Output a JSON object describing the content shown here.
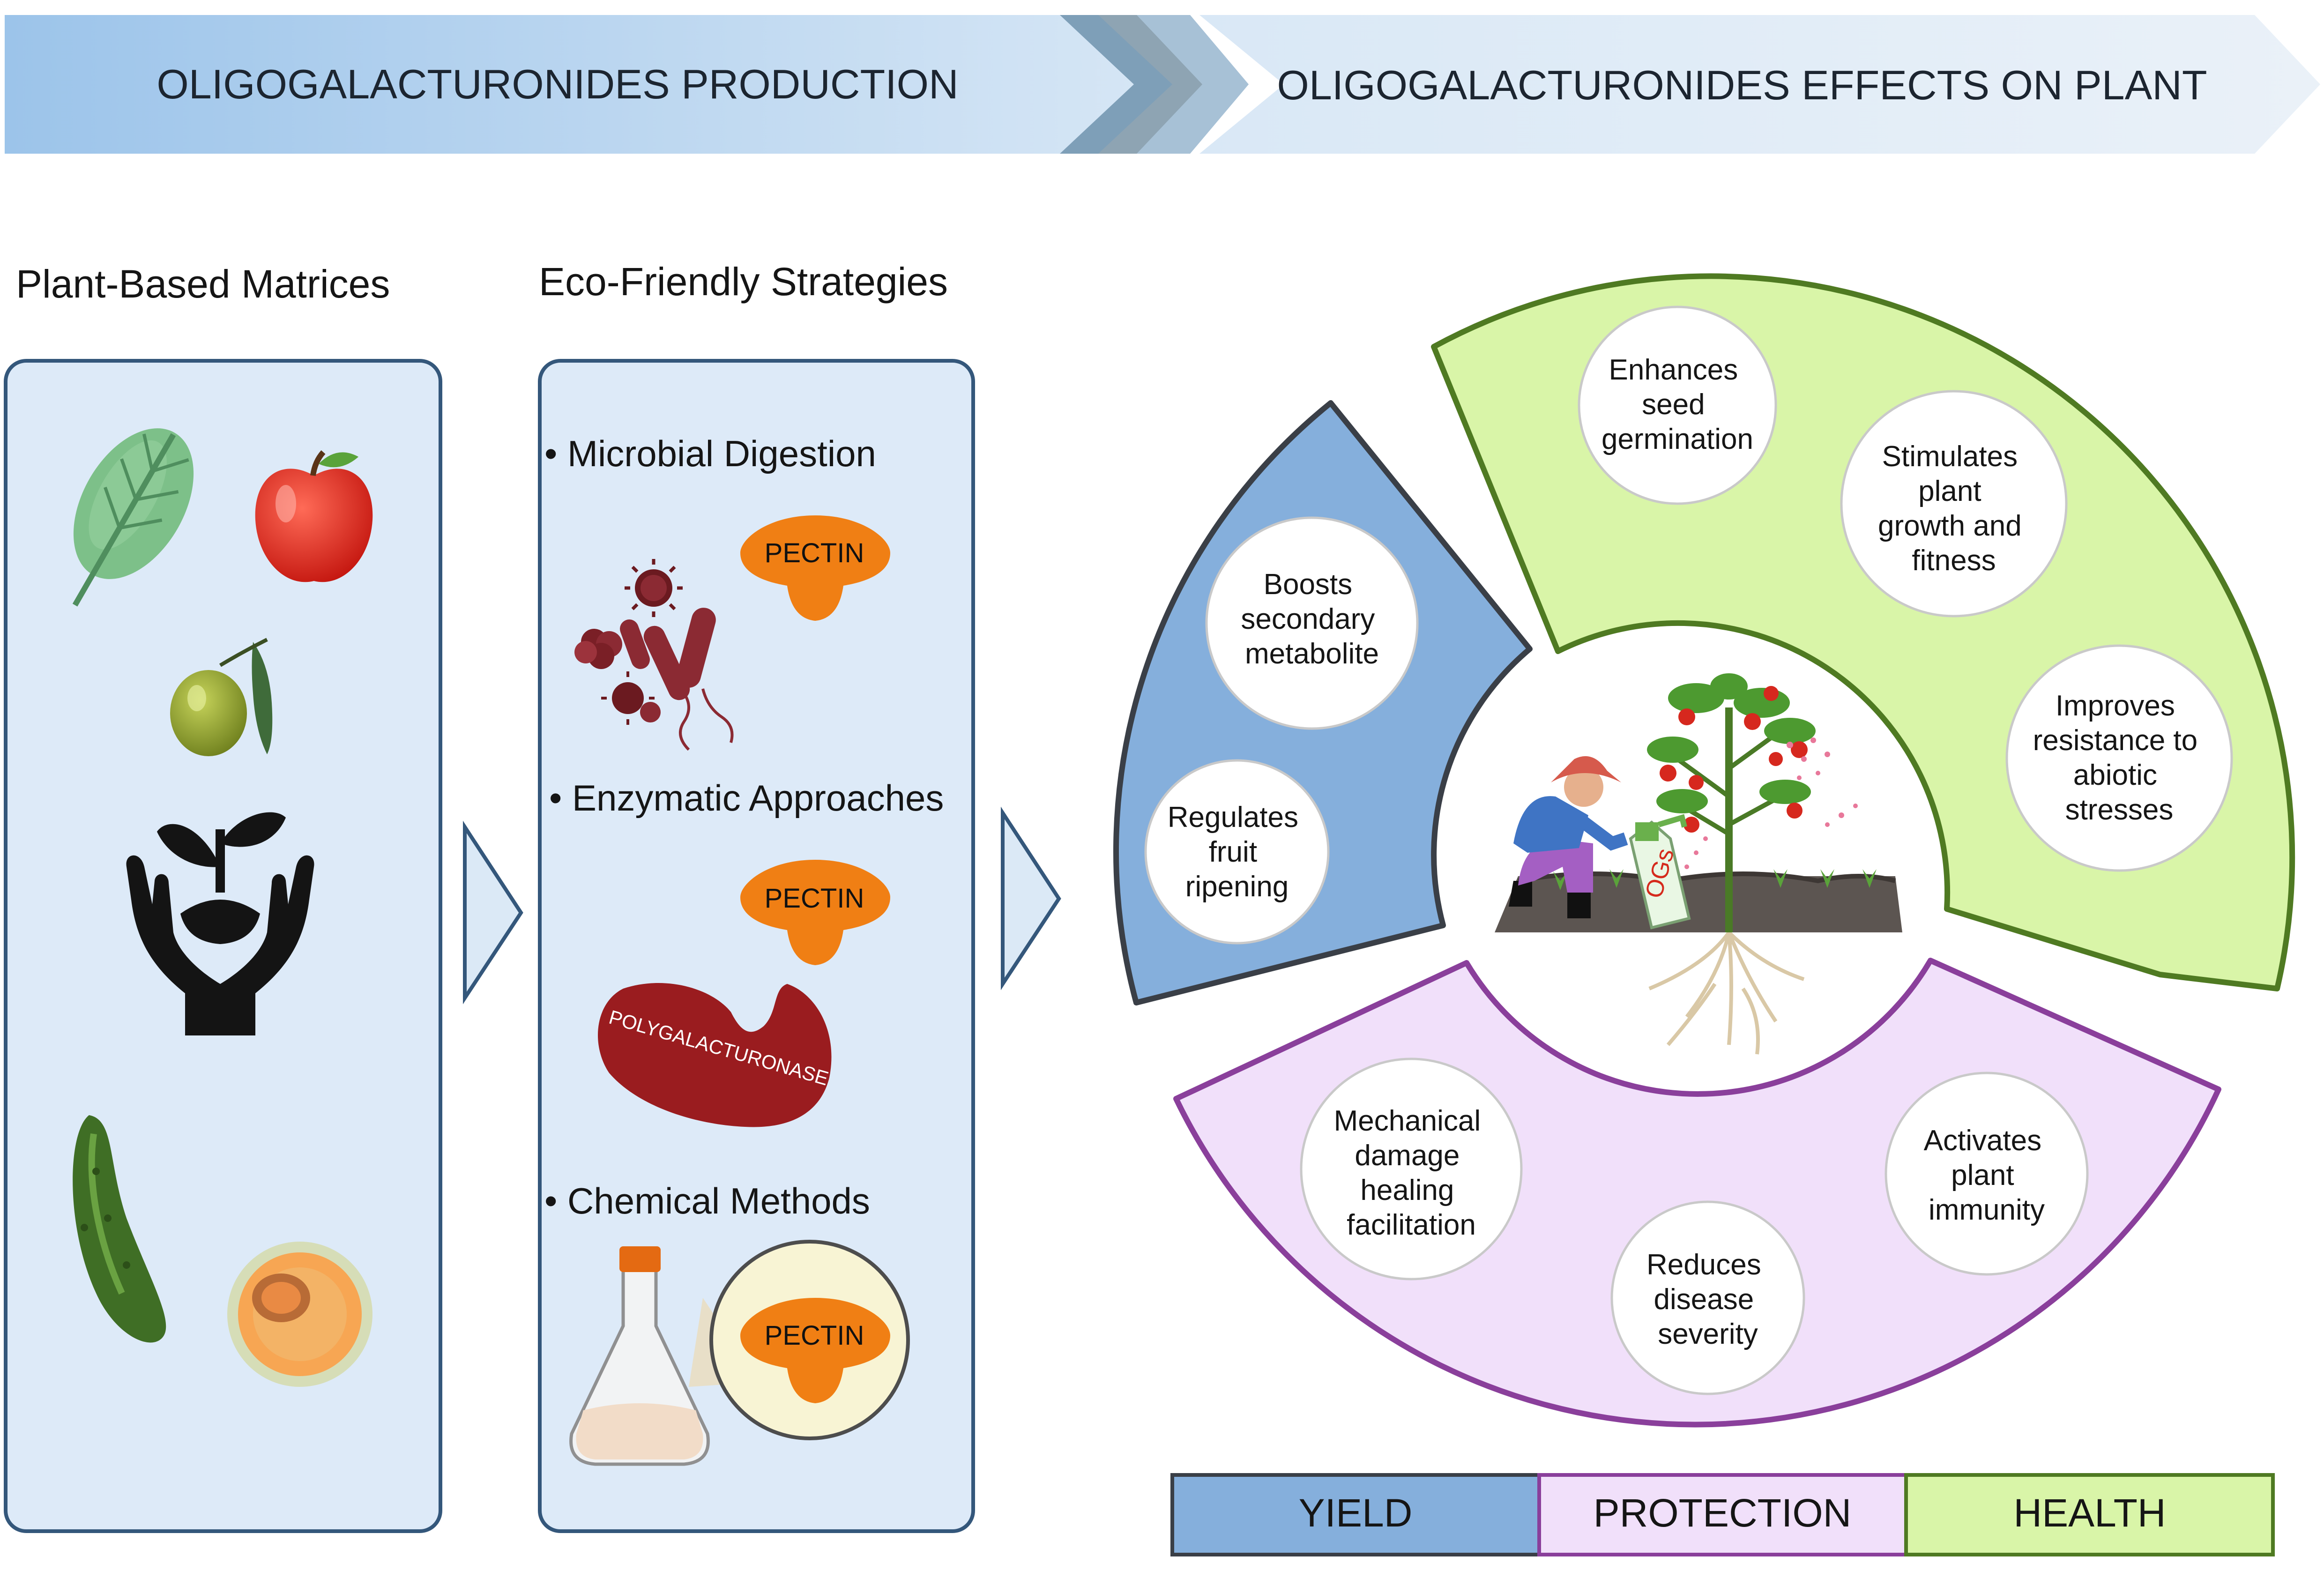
{
  "banner": {
    "left_title": "OLIGOGALACTURONIDES PRODUCTION",
    "right_title": "OLIGOGALACTURONIDES EFFECTS ON PLANT"
  },
  "matrices": {
    "heading": "Plant-Based Matrices",
    "icons": [
      "leaf-icon",
      "apple-icon",
      "olive-icon",
      "hands-sprout-icon",
      "cucumber-icon",
      "melon-icon"
    ]
  },
  "strategies": {
    "heading": "Eco-Friendly Strategies",
    "items": [
      {
        "label": "• Microbial Digestion",
        "pectin": "PECTIN"
      },
      {
        "label": "• Enzymatic Approaches",
        "pectin": "PECTIN",
        "enzyme": "POLYGALACTURONASE"
      },
      {
        "label": "• Chemical Methods",
        "pectin": "PECTIN"
      }
    ]
  },
  "effects": {
    "yield": {
      "color": "#85afdc",
      "circles": [
        [
          "Boosts",
          "secondary",
          "metabolite"
        ],
        [
          "Regulates",
          "fruit",
          "ripening"
        ]
      ]
    },
    "health": {
      "color": "#d9f5a8",
      "circles": [
        [
          "Enhances",
          "seed",
          "germination"
        ],
        [
          "Stimulates",
          "plant",
          "growth and",
          "fitness"
        ],
        [
          "Improves",
          "resistance to",
          "abiotic",
          "stresses"
        ]
      ]
    },
    "protection": {
      "color": "#f1e0fa",
      "circles": [
        [
          "Mechanical",
          "damage",
          "healing",
          "facilitation"
        ],
        [
          "Reduces",
          "disease",
          "severity"
        ],
        [
          "Activates",
          "plant",
          "immunity"
        ]
      ]
    },
    "spray_label": "OGs"
  },
  "legend": [
    {
      "label": "YIELD",
      "color": "#85afdc",
      "border": "#3a3f47"
    },
    {
      "label": "PROTECTION",
      "color": "#f1e0fa",
      "border": "#8a3f9b"
    },
    {
      "label": "HEALTH",
      "color": "#d9f5a8",
      "border": "#4f7a22"
    }
  ]
}
